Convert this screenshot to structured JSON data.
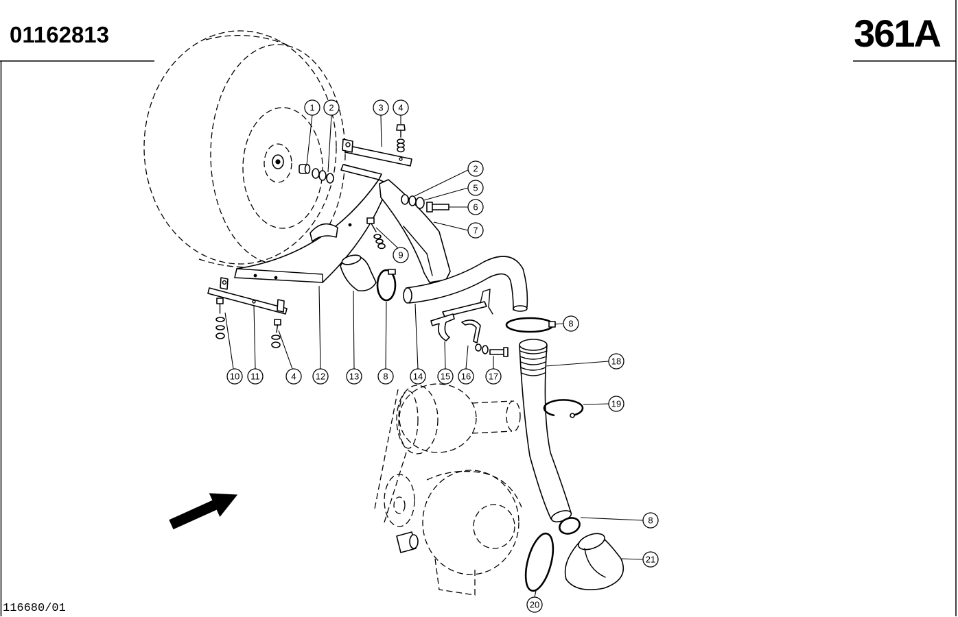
{
  "header": {
    "drawing_number": "01162813",
    "sheet_code": "361A"
  },
  "footer": {
    "reference": "116680/01"
  },
  "callouts": [
    "1",
    "2",
    "3",
    "4",
    "2",
    "5",
    "6",
    "7",
    "9",
    "8",
    "18",
    "19",
    "10",
    "11",
    "4",
    "12",
    "13",
    "8",
    "14",
    "15",
    "16",
    "17",
    "8",
    "21",
    "20"
  ]
}
